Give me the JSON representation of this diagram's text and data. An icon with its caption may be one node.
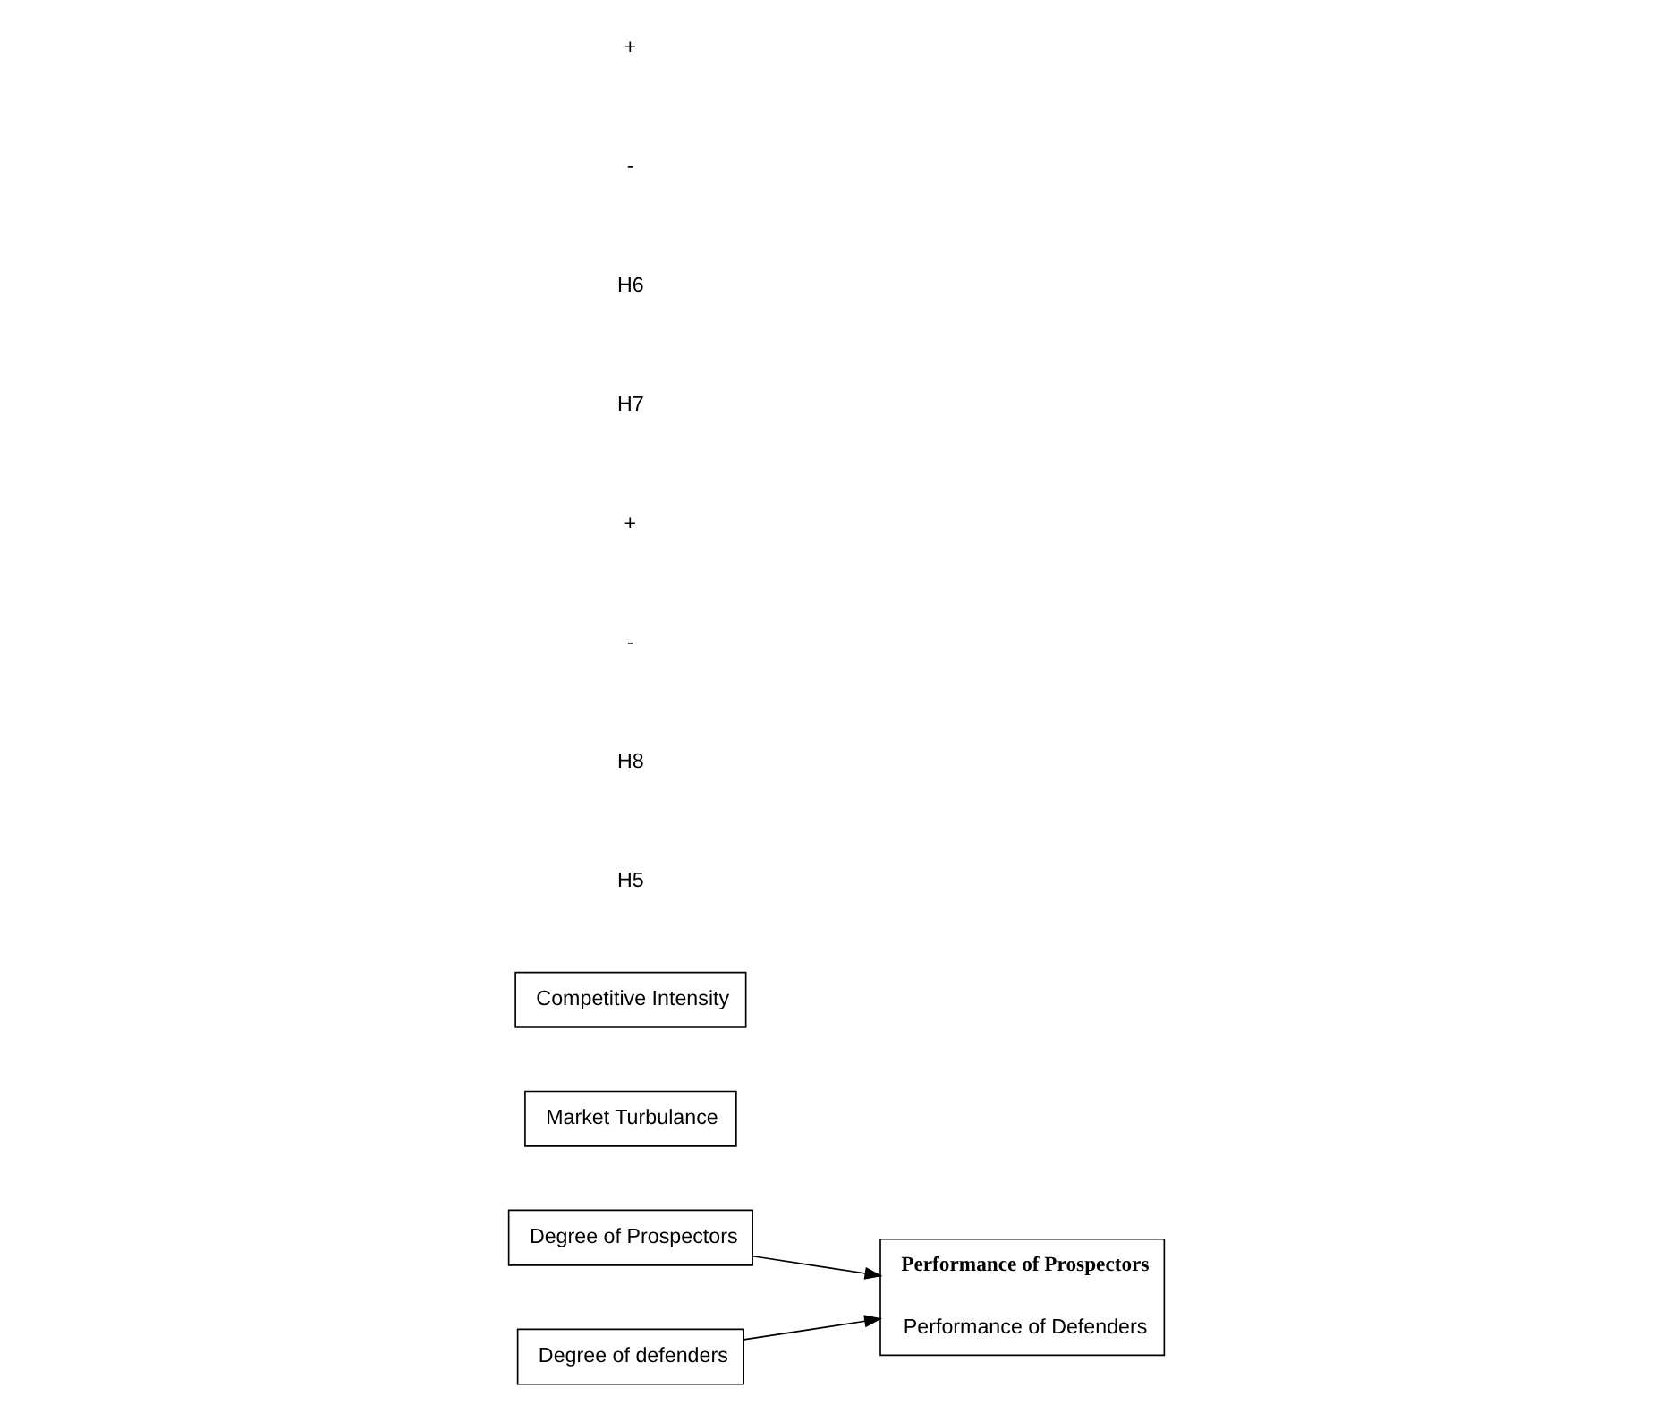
{
  "diagram": {
    "nodes": [
      {
        "text": [
          "Degree of Prospectors"
        ]
      },
      {
        "text": [
          "Performance of Prospectors",
          "Performance of Defenders"
        ]
      },
      {
        "text": [
          "Degree of defenders"
        ]
      },
      {
        "text": [
          "Market Turbulance"
        ]
      },
      {
        "text": [
          "Competitive Intensity"
        ]
      }
    ],
    "edges": [
      {
        "from": 0,
        "to": 1,
        "arrow": "to"
      },
      {
        "from": 2,
        "to": 1,
        "arrow": "to"
      }
    ],
    "labels": [
      "H5",
      "H8",
      "-",
      "+",
      "H7",
      "H6",
      "-",
      "+"
    ]
  }
}
